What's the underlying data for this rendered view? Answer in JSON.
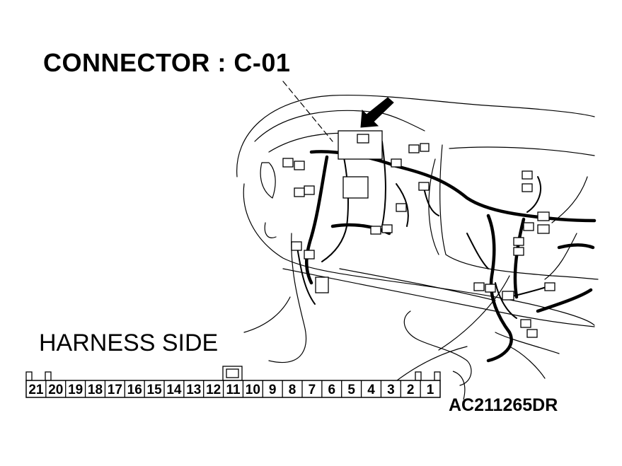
{
  "connector_title": "CONNECTOR : C-01",
  "harness_side_label": "HARNESS SIDE",
  "figure_code": "AC211265DR",
  "pins": [
    "21",
    "20",
    "19",
    "18",
    "17",
    "16",
    "15",
    "14",
    "13",
    "12",
    "11",
    "10",
    "9",
    "8",
    "7",
    "6",
    "5",
    "4",
    "3",
    "2",
    "1"
  ]
}
